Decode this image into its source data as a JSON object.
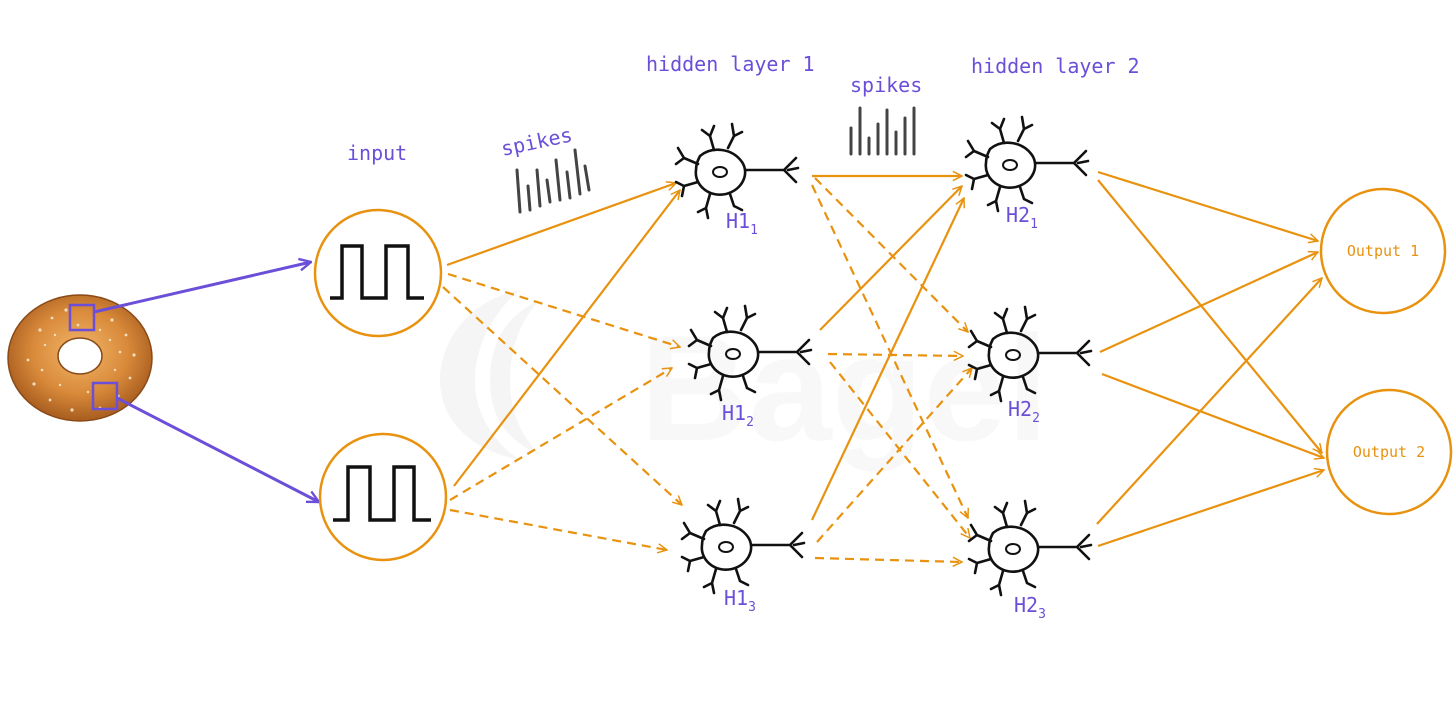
{
  "labels": {
    "input": "input",
    "spikes_left": "spikes",
    "spikes_right": "spikes",
    "hidden1": "hidden layer 1",
    "hidden2": "hidden layer 2"
  },
  "neurons": {
    "h1_1": {
      "base": "H1",
      "sub": "1"
    },
    "h1_2": {
      "base": "H1",
      "sub": "2"
    },
    "h1_3": {
      "base": "H1",
      "sub": "3"
    },
    "h2_1": {
      "base": "H2",
      "sub": "1"
    },
    "h2_2": {
      "base": "H2",
      "sub": "2"
    },
    "h2_3": {
      "base": "H2",
      "sub": "3"
    }
  },
  "outputs": {
    "o1": "Output 1",
    "o2": "Output 2"
  },
  "watermark": "Bagel",
  "colors": {
    "orange": "#e8920f",
    "purple": "#6b4fd8",
    "black": "#111111",
    "bagel": "#d98a3a"
  },
  "icons": [
    "bagel-image",
    "square-wave-icon",
    "spike-train-icon",
    "neuron-icon"
  ]
}
